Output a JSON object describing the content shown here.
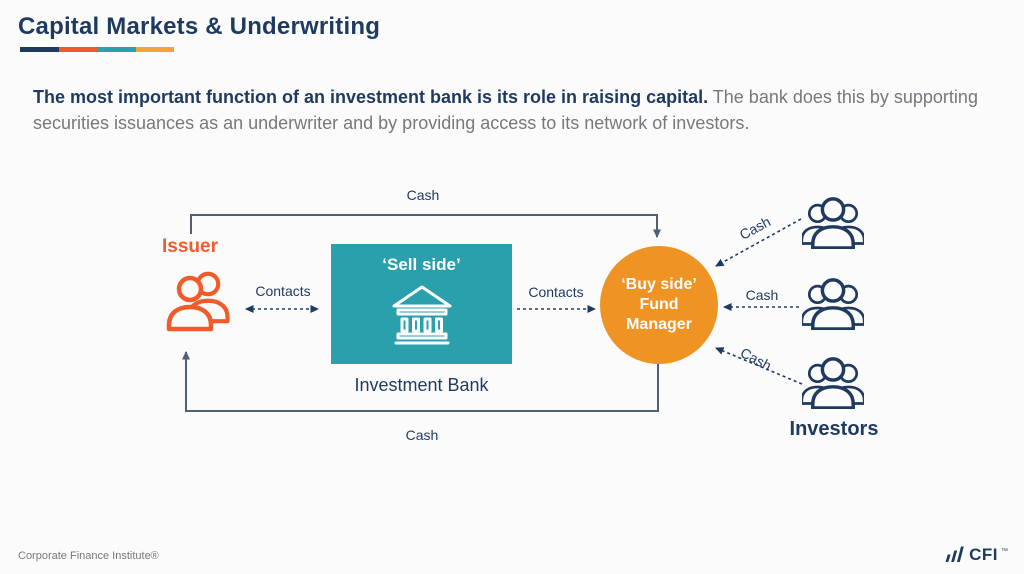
{
  "colors": {
    "navy": "#1e3a5f",
    "orange": "#f15b2a",
    "teal": "#2aa0ac",
    "amber": "#f2a33c",
    "circleOrange": "#ee9324",
    "line": "#4d6078",
    "grayText": "#75787e",
    "bg": "#fbfbfc",
    "white": "#ffffff"
  },
  "header": {
    "title": "Capital Markets & Underwriting",
    "underline_colors": [
      "#1e3a5f",
      "#f15b2a",
      "#2aa0ac",
      "#f2a33c"
    ]
  },
  "intro": {
    "bold_text": "The most important function of an investment bank is its role in raising capital.",
    "regular_text": " The bank does this by supporting securities issuances as an underwriter and by providing access to its network of investors."
  },
  "diagram": {
    "issuer": {
      "label": "Issuer",
      "icon": "two-people-icon"
    },
    "investment_bank": {
      "box_label": "‘Sell side’",
      "caption": "Investment Bank",
      "icon": "bank-building-icon"
    },
    "fund_manager": {
      "line1": "‘Buy side’",
      "line2": "Fund",
      "line3": "Manager"
    },
    "investors": {
      "label": "Investors",
      "icon": "three-people-icon",
      "count": 3
    },
    "flows": {
      "cash_top": "Cash",
      "cash_bottom": "Cash",
      "contacts_left": "Contacts",
      "contacts_right": "Contacts",
      "cash_investor_top": "Cash",
      "cash_investor_middle": "Cash",
      "cash_investor_bottom": "Cash"
    }
  },
  "footer": {
    "company": "Corporate Finance Institute®",
    "logo": {
      "text": "CFI",
      "tm": "™",
      "icon": "cfi-bars-icon"
    }
  }
}
